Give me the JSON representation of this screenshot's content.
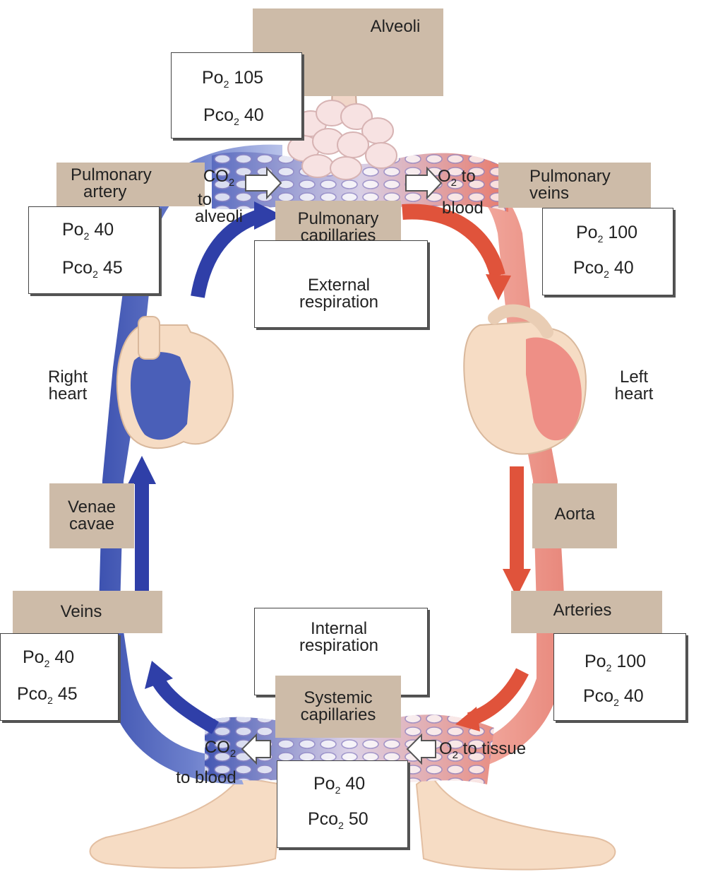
{
  "labels": {
    "alveoli": "Alveoli",
    "pulmonary_artery": [
      "Pulmonary",
      "artery"
    ],
    "pulmonary_veins": [
      "Pulmonary",
      "veins"
    ],
    "pulmonary_capillaries": [
      "Pulmonary",
      "capillaries"
    ],
    "external_respiration": [
      "External",
      "respiration"
    ],
    "right_heart": [
      "Right",
      "heart"
    ],
    "left_heart": [
      "Left",
      "heart"
    ],
    "venae_cavae": [
      "Venae",
      "cavae"
    ],
    "aorta": "Aorta",
    "veins": "Veins",
    "arteries": "Arteries",
    "internal_respiration": [
      "Internal",
      "respiration"
    ],
    "systemic_capillaries": [
      "Systemic",
      "capillaries"
    ]
  },
  "exchange": {
    "co2_to_alveoli": [
      "CO",
      "2",
      "to",
      "alveoli"
    ],
    "o2_to_blood": [
      "O",
      "2",
      " to",
      "blood"
    ],
    "co2_to_blood": [
      "CO",
      "2",
      "to blood"
    ],
    "o2_to_tissue": [
      "O",
      "2",
      " to tissue"
    ]
  },
  "values": {
    "alveoli": {
      "po2": [
        "Po",
        "2",
        " 105"
      ],
      "pco2": [
        "Pco",
        "2",
        " 40"
      ]
    },
    "pulmonary_artery": {
      "po2": [
        "Po",
        "2",
        " 40"
      ],
      "pco2": [
        "Pco",
        "2",
        " 45"
      ]
    },
    "pulmonary_veins": {
      "po2": [
        "Po",
        "2",
        " 100"
      ],
      "pco2": [
        "Pco",
        "2",
        " 40"
      ]
    },
    "veins": {
      "po2": [
        "Po",
        "2",
        " 40"
      ],
      "pco2": [
        "Pco",
        "2",
        " 45"
      ]
    },
    "arteries": {
      "po2": [
        "Po",
        "2",
        " 100"
      ],
      "pco2": [
        "Pco",
        "2",
        " 40"
      ]
    },
    "tissue": {
      "po2": [
        "Po",
        "2",
        " 40"
      ],
      "pco2": [
        "Pco",
        "2",
        " 50"
      ]
    }
  },
  "colors": {
    "deoxygenated": "#4a5fb8",
    "oxygenated": "#e8887c",
    "arrow_blue": "#2f3fa8",
    "arrow_red": "#e0533b",
    "label_bg": "#cdbba8",
    "skin": "#f6dcc4"
  }
}
